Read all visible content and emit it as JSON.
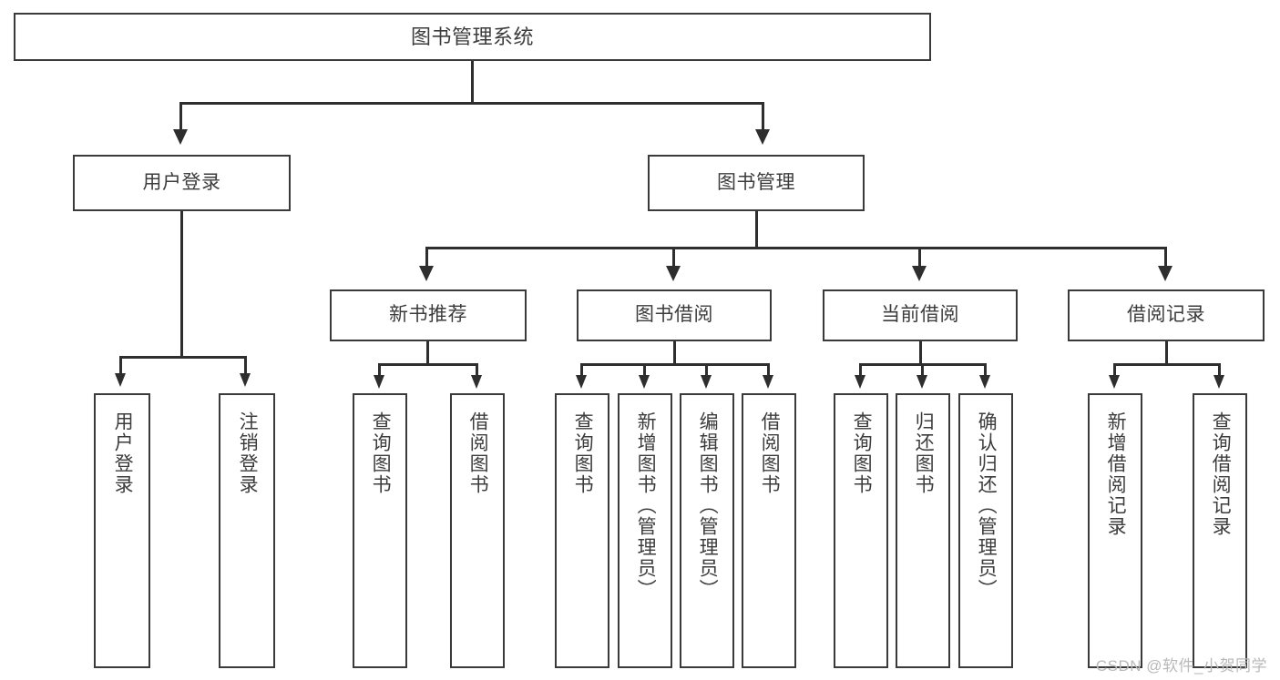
{
  "diagram": {
    "title": "图书管理系统",
    "root": {
      "label": "图书管理系统"
    },
    "level2": [
      {
        "label": "用户登录"
      },
      {
        "label": "图书管理"
      }
    ],
    "level3": [
      {
        "label": "新书推荐"
      },
      {
        "label": "图书借阅"
      },
      {
        "label": "当前借阅"
      },
      {
        "label": "借阅记录"
      }
    ],
    "leaves": {
      "user_login": [
        {
          "label": "用户登录"
        },
        {
          "label": "注销登录"
        }
      ],
      "new_book_recommend": [
        {
          "label": "查询图书"
        },
        {
          "label": "借阅图书"
        }
      ],
      "book_borrow": [
        {
          "label": "查询图书"
        },
        {
          "label": "新增图书（管理员）"
        },
        {
          "label": "编辑图书（管理员）"
        },
        {
          "label": "借阅图书"
        }
      ],
      "current_borrow": [
        {
          "label": "查询图书"
        },
        {
          "label": "归还图书"
        },
        {
          "label": "确认归还（管理员）"
        }
      ],
      "borrow_records": [
        {
          "label": "新增借阅记录"
        },
        {
          "label": "查询借阅记录"
        }
      ]
    }
  },
  "watermark": {
    "text": "CSDN @软件_小贺同学"
  },
  "colors": {
    "border": "#3a3a3a",
    "line": "#2e2e2e",
    "text": "#3c3c3c",
    "background": "#ffffff",
    "watermark": "#b9b9b9"
  }
}
